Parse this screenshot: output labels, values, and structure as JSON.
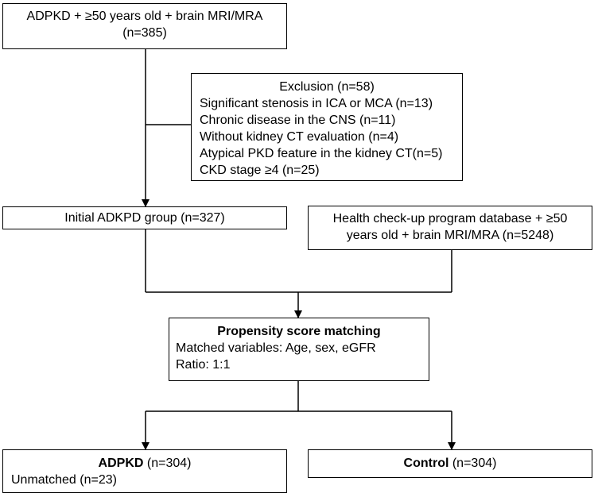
{
  "boxes": {
    "start": {
      "line1": "ADPKD + ≥50 years old + brain MRI/MRA",
      "line2": "(n=385)"
    },
    "exclusion": {
      "title": "Exclusion (n=58)",
      "items": [
        "Significant stenosis in ICA or MCA (n=13)",
        "Chronic disease in the CNS (n=11)",
        "Without kidney CT evaluation (n=4)",
        "Atypical PKD feature in the kidney CT(n=5)",
        "CKD stage ≥4 (n=25)"
      ]
    },
    "initial": {
      "text": "Initial ADKPD group (n=327)"
    },
    "health": {
      "line1": "Health check-up program database + ≥50",
      "line2": "years old + brain MRI/MRA (n=5248)"
    },
    "psm": {
      "title": "Propensity score matching",
      "line1": "Matched variables: Age, sex, eGFR",
      "line2": "Ratio: 1:1"
    },
    "adpkd": {
      "label": "ADPKD",
      "count": " (n=304)",
      "unmatched": "Unmatched (n=23)"
    },
    "control": {
      "label": "Control",
      "count": " (n=304)"
    }
  }
}
